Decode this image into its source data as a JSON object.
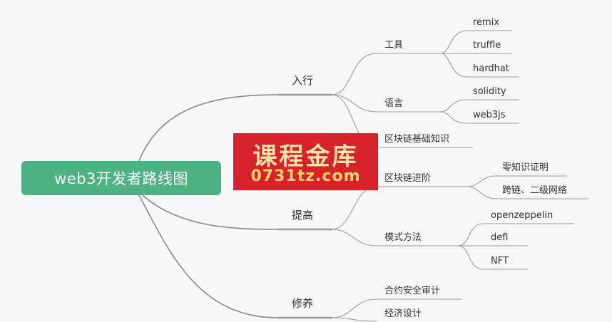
{
  "root": {
    "label": "web3开发者路线图"
  },
  "branches": {
    "entry": {
      "label": "入行",
      "tools": {
        "label": "工具",
        "items": [
          "remix",
          "truffle",
          "hardhat"
        ]
      },
      "language": {
        "label": "语言",
        "items": [
          "solidity",
          "web3js"
        ]
      },
      "basics": {
        "label": "区块链基础知识"
      }
    },
    "advance": {
      "label": "提高",
      "advanced": {
        "label": "区块链进阶",
        "items": [
          "零知识证明",
          "跨链、二级网络"
        ]
      },
      "patterns": {
        "label": "模式方法",
        "items": [
          "openzeppelin",
          "defi",
          "NFT"
        ]
      }
    },
    "cultivation": {
      "label": "修养",
      "items": [
        "合约安全审计",
        "经济设计"
      ]
    }
  },
  "watermark": {
    "title": "课程金库",
    "url": "0731tz.com"
  },
  "colors": {
    "root_bg": "#4db283",
    "edge": "#8a8a8a",
    "watermark_bg": "#d8222a"
  }
}
